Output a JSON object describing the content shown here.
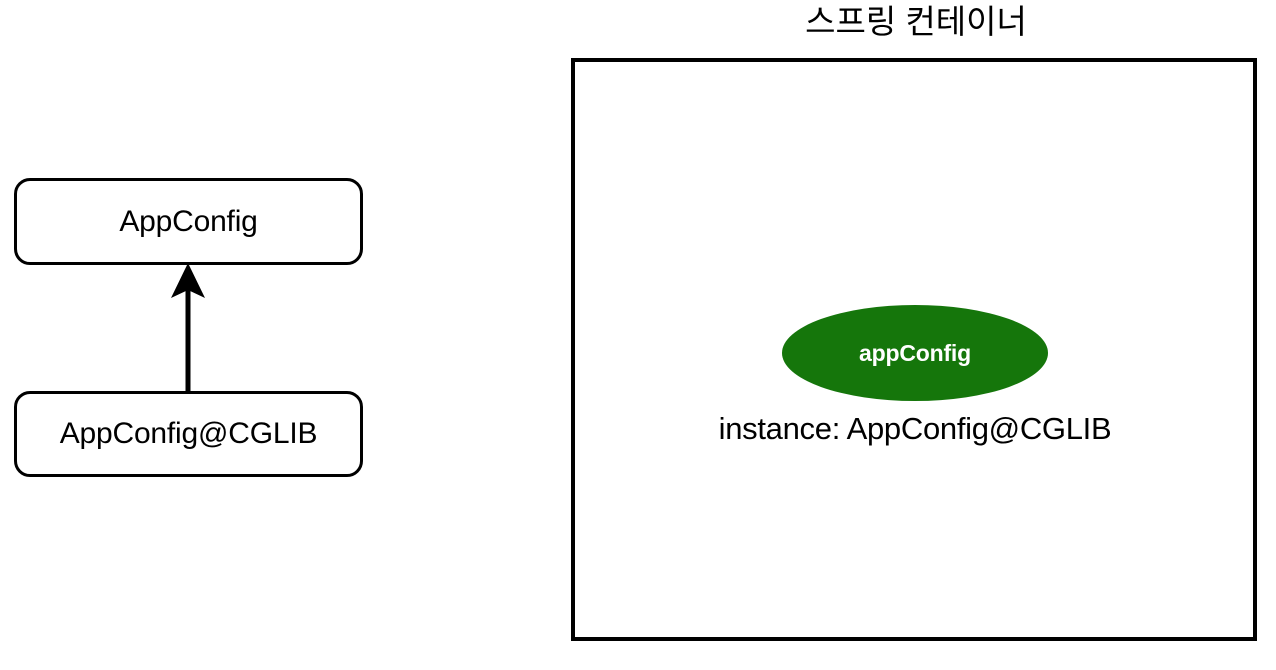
{
  "diagram": {
    "title": "스프링 컨테이너",
    "background_color": "#ffffff",
    "stroke_color": "#000000"
  },
  "class_hierarchy": {
    "parent": {
      "label": "AppConfig",
      "shape": "rounded-rectangle"
    },
    "child": {
      "label": "AppConfig@CGLIB",
      "shape": "rounded-rectangle"
    },
    "relation": {
      "type": "inheritance",
      "direction": "child-to-parent",
      "arrowhead": "solid-triangle"
    }
  },
  "spring_container": {
    "title": "스프링 컨테이너",
    "bean": {
      "name": "appConfig",
      "instance_label": "instance: AppConfig@CGLIB",
      "fill_color": "#15760b",
      "text_color": "#ffffff",
      "shape": "ellipse"
    }
  }
}
